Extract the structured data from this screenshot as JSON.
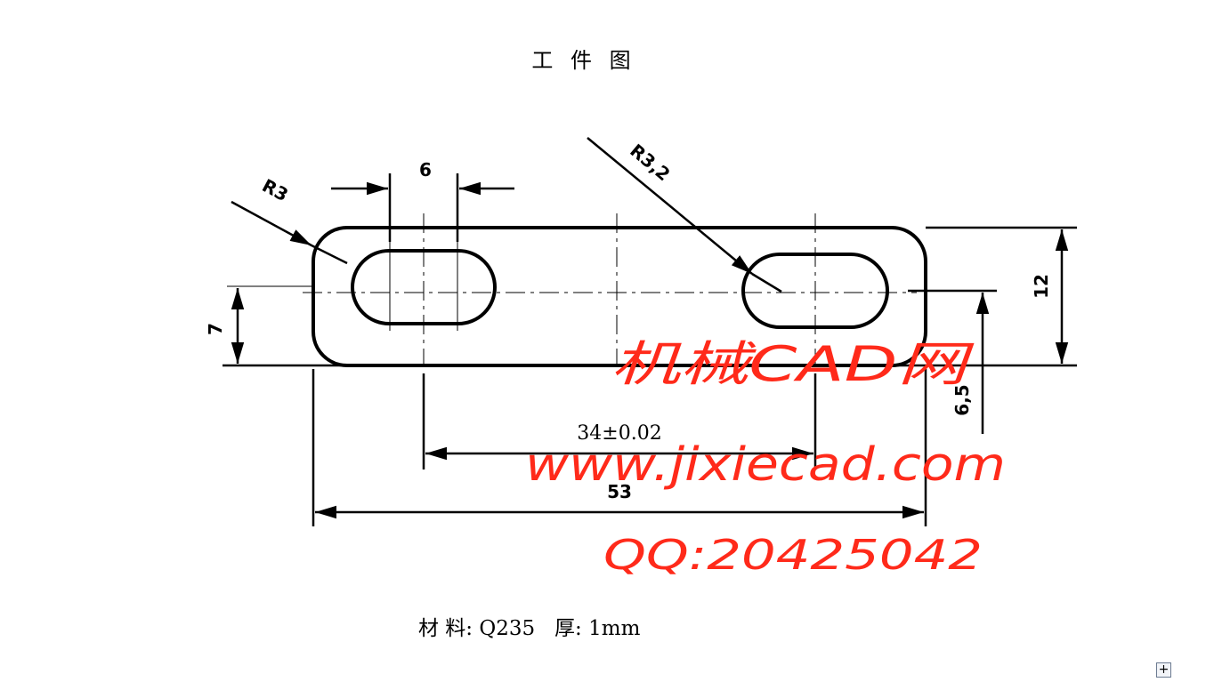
{
  "drawing": {
    "title": "工 件 图",
    "dimensions": {
      "slot_width": "6",
      "radius_left": "R3",
      "radius_right": "R3,2",
      "height_total": "12",
      "height_left": "7",
      "height_right": "6,5",
      "center_distance": "34±0.02",
      "length_total": "53"
    },
    "material_note": "材 料: Q235   厚: 1mm"
  },
  "watermark": {
    "line1": "机械CAD网",
    "line2": "www.jixiecad.com",
    "line3": "QQ:20425042",
    "color": "#ff2a1a"
  },
  "ui": {
    "expand_button": "+"
  }
}
